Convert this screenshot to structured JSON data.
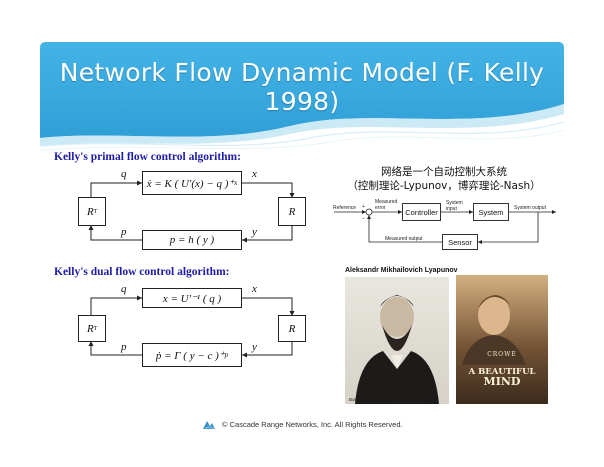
{
  "slide": {
    "title": "Network Flow Dynamic Model (F. Kelly 1998)",
    "banner_color": "#3ba8dc"
  },
  "primal": {
    "heading": "Kelly's primal flow control algorithm:",
    "top_box": "ẋ = K ( U′(x) − q )⁺",
    "top_box_sub": "x",
    "bottom_box": "p = h ( y )",
    "left_box": "R",
    "left_box_sup": "T",
    "right_box": "R",
    "label_q": "q",
    "label_x": "x",
    "label_p": "p",
    "label_y": "y"
  },
  "dual": {
    "heading": "Kelly's dual flow control algorithm:",
    "top_box": "x = U′⁻¹ ( q )",
    "bottom_box": "ṗ = Γ ( y − c )⁺",
    "bottom_box_sub": "p",
    "left_box": "R",
    "left_box_sup": "T",
    "right_box": "R",
    "label_q": "q",
    "label_x": "x",
    "label_p": "p",
    "label_y": "y"
  },
  "control_system": {
    "title_line1": "网络是一个自动控制大系统",
    "title_line2": "（控制理论-Lypunov，博弈理论-Nash）",
    "reference": "Reference",
    "measured_error": "Measured error",
    "controller": "Controller",
    "system_input": "System input",
    "system": "System",
    "system_output": "System output",
    "measured_output": "Measured output",
    "sensor": "Sensor",
    "plus": "+",
    "minus": "−"
  },
  "photos": {
    "caption": "Aleksandr Mikhailovich Lyapunov",
    "born_label": "Born",
    "born_date": "June 6, 1857",
    "poster_name": "CROWE",
    "poster_title_line1": "A BEAUTIFUL",
    "poster_title_line2": "MIND"
  },
  "footer": {
    "text": "© Cascade Range Networks, Inc. All Rights Reserved.",
    "logo_icon": "cascade-logo-icon"
  }
}
